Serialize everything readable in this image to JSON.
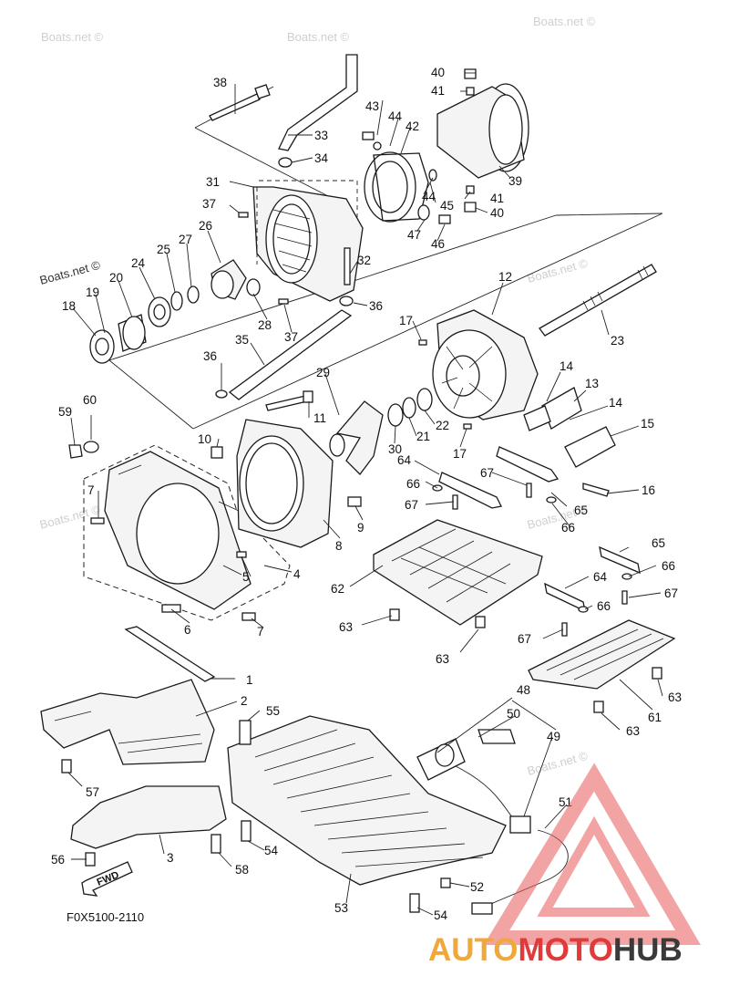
{
  "diagram": {
    "drawing_code": "F0X5100-2110",
    "direction_marker": "FWD",
    "watermark": "Boats.net ©",
    "brand": {
      "part1": "AUTO",
      "part2": "MOTO",
      "part3": "HUB"
    }
  },
  "part_numbers": [
    "1",
    "2",
    "3",
    "4",
    "5",
    "6",
    "7",
    "8",
    "9",
    "10",
    "11",
    "12",
    "13",
    "14",
    "15",
    "16",
    "17",
    "18",
    "19",
    "20",
    "21",
    "22",
    "23",
    "24",
    "25",
    "26",
    "27",
    "28",
    "29",
    "30",
    "31",
    "32",
    "33",
    "34",
    "35",
    "36",
    "37",
    "38",
    "39",
    "40",
    "41",
    "42",
    "43",
    "44",
    "45",
    "46",
    "47",
    "48",
    "49",
    "50",
    "51",
    "52",
    "53",
    "54",
    "55",
    "56",
    "57",
    "58",
    "59",
    "60",
    "61",
    "62",
    "63",
    "64",
    "65",
    "66",
    "67"
  ],
  "colors": {
    "line": "#1a1a1a",
    "watermark": "#cfcfcf",
    "logo_orange": "#f0a83a",
    "logo_red": "#e03a3a",
    "logo_dark": "#3a3a3a"
  }
}
